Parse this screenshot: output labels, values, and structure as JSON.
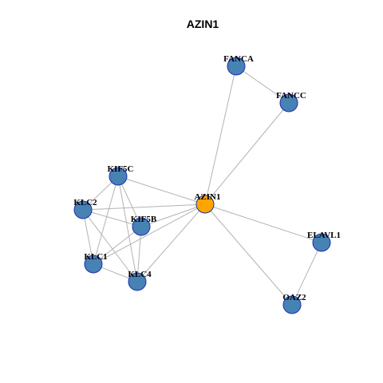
{
  "title": "AZIN1",
  "colors": {
    "center_node": "#FFA500",
    "neighbor_node": "#4682B4",
    "node_border": "#1F2FB0",
    "edge": "#B3B3B3"
  },
  "nodes": [
    {
      "id": "AZIN1",
      "label": "AZIN1",
      "type": "center"
    },
    {
      "id": "FANCA",
      "label": "FANCA",
      "type": "neighbor"
    },
    {
      "id": "FANCC",
      "label": "FANCC",
      "type": "neighbor"
    },
    {
      "id": "KIF5C",
      "label": "KIF5C",
      "type": "neighbor"
    },
    {
      "id": "KLC2",
      "label": "KLC2",
      "type": "neighbor"
    },
    {
      "id": "KIF5B",
      "label": "KIF5B",
      "type": "neighbor"
    },
    {
      "id": "KLC1",
      "label": "KLC1",
      "type": "neighbor"
    },
    {
      "id": "KLC4",
      "label": "KLC4",
      "type": "neighbor"
    },
    {
      "id": "ELAVL1",
      "label": "ELAVL1",
      "type": "neighbor"
    },
    {
      "id": "OAZ2",
      "label": "OAZ2",
      "type": "neighbor"
    }
  ],
  "edges": [
    [
      "AZIN1",
      "FANCA"
    ],
    [
      "AZIN1",
      "FANCC"
    ],
    [
      "FANCA",
      "FANCC"
    ],
    [
      "AZIN1",
      "KIF5C"
    ],
    [
      "AZIN1",
      "KLC2"
    ],
    [
      "AZIN1",
      "KIF5B"
    ],
    [
      "AZIN1",
      "KLC1"
    ],
    [
      "AZIN1",
      "KLC4"
    ],
    [
      "AZIN1",
      "ELAVL1"
    ],
    [
      "AZIN1",
      "OAZ2"
    ],
    [
      "ELAVL1",
      "OAZ2"
    ],
    [
      "KIF5C",
      "KLC2"
    ],
    [
      "KIF5C",
      "KIF5B"
    ],
    [
      "KIF5C",
      "KLC1"
    ],
    [
      "KIF5C",
      "KLC4"
    ],
    [
      "KLC2",
      "KIF5B"
    ],
    [
      "KLC2",
      "KLC1"
    ],
    [
      "KLC2",
      "KLC4"
    ],
    [
      "KIF5B",
      "KLC1"
    ],
    [
      "KIF5B",
      "KLC4"
    ],
    [
      "KLC1",
      "KLC4"
    ]
  ]
}
